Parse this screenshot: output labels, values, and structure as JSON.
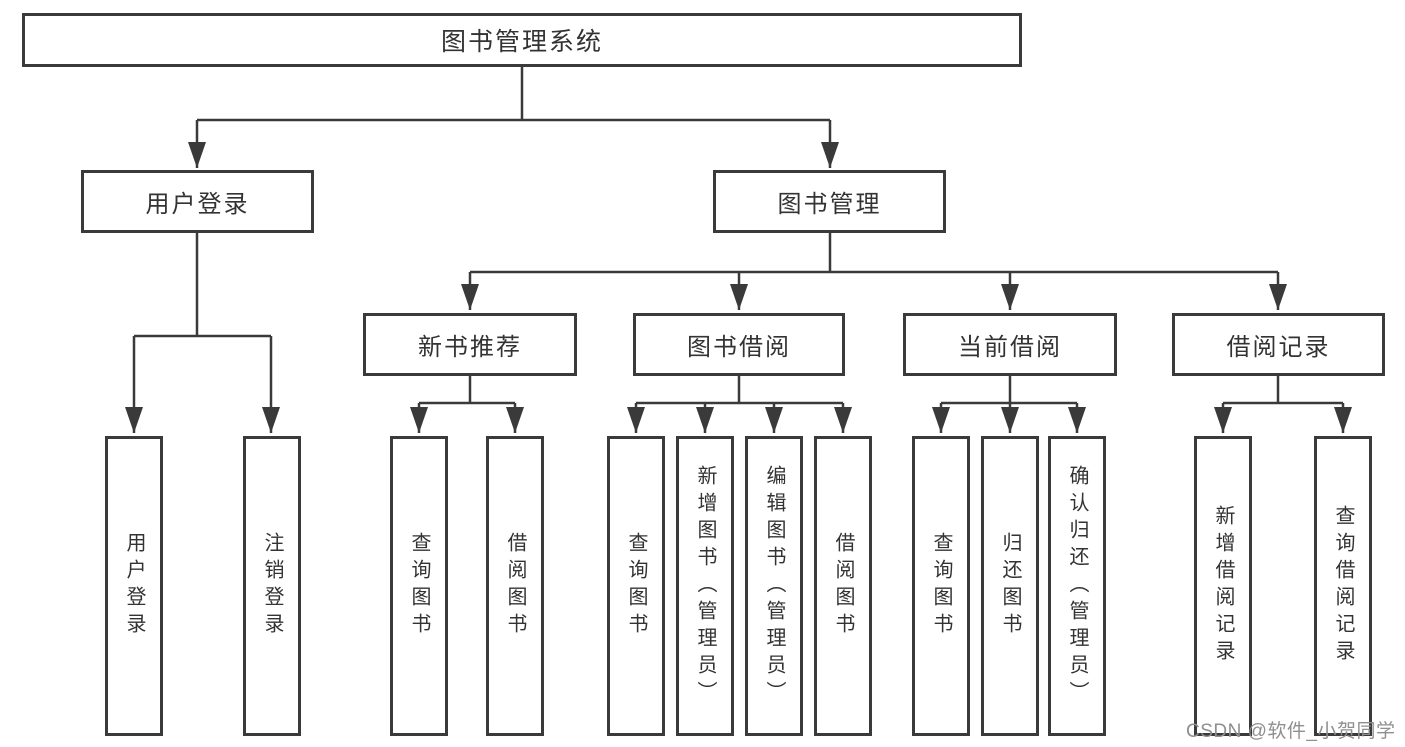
{
  "tree": {
    "root": "图书管理系统",
    "branches": [
      {
        "label": "用户登录",
        "children": [
          {
            "label": "用户登录"
          },
          {
            "label": "注销登录"
          }
        ]
      },
      {
        "label": "图书管理",
        "groups": [
          {
            "label": "新书推荐",
            "children": [
              {
                "label": "查询图书"
              },
              {
                "label": "借阅图书"
              }
            ]
          },
          {
            "label": "图书借阅",
            "children": [
              {
                "label": "查询图书"
              },
              {
                "label": "新增图书（管理员）"
              },
              {
                "label": "编辑图书（管理员）"
              },
              {
                "label": "借阅图书"
              }
            ]
          },
          {
            "label": "当前借阅",
            "children": [
              {
                "label": "查询图书"
              },
              {
                "label": "归还图书"
              },
              {
                "label": "确认归还（管理员）"
              }
            ]
          },
          {
            "label": "借阅记录",
            "children": [
              {
                "label": "新增借阅记录"
              },
              {
                "label": "查询借阅记录"
              }
            ]
          }
        ]
      }
    ]
  },
  "watermark": {
    "text": "CSDN @软件_小贺同学"
  },
  "colors": {
    "line": "#3a3a3a",
    "text": "#333333",
    "box_background": "#ffffff",
    "watermark": "#8f8f8f"
  }
}
